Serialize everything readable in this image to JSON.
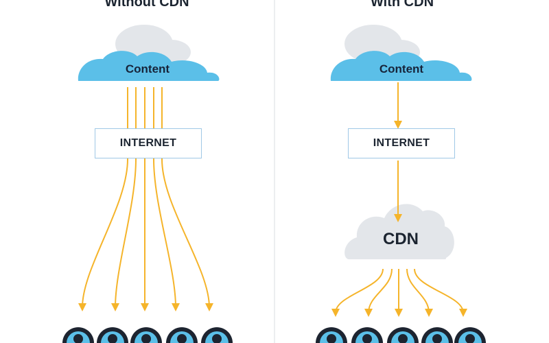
{
  "panels": {
    "left": {
      "title": "Without CDN",
      "source_label": "Content",
      "network_label": "INTERNET",
      "user_count": 5
    },
    "right": {
      "title": "With CDN",
      "source_label": "Content",
      "network_label": "INTERNET",
      "cdn_label": "CDN",
      "user_count": 5
    }
  },
  "colors": {
    "cloud_blue": "#5bbfe8",
    "cloud_grey": "#e3e6ea",
    "arrow": "#f5b42a",
    "box_border": "#9fc8e6",
    "divider": "#e6e8eb",
    "user_dark": "#1d2430",
    "user_light": "#5bbfe8"
  },
  "icons": {
    "source": "cloud-icon",
    "cdn": "cloud-icon",
    "user": "user-icon"
  }
}
